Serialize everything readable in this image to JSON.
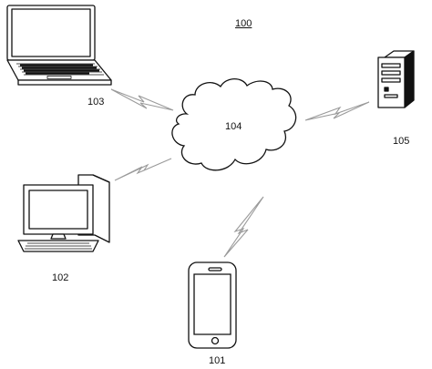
{
  "figure_number": "100",
  "nodes": {
    "laptop": {
      "label": "103",
      "icon": "laptop-icon"
    },
    "cloud": {
      "label": "104",
      "icon": "cloud-icon"
    },
    "server": {
      "label": "105",
      "icon": "server-icon"
    },
    "desktop": {
      "label": "102",
      "icon": "desktop-computer-icon"
    },
    "phone": {
      "label": "101",
      "icon": "smartphone-icon"
    }
  },
  "links": [
    {
      "from": "laptop",
      "to": "cloud",
      "style": "wireless-zigzag"
    },
    {
      "from": "server",
      "to": "cloud",
      "style": "wireless-zigzag"
    },
    {
      "from": "desktop",
      "to": "cloud",
      "style": "wireless-zigzag"
    },
    {
      "from": "phone",
      "to": "cloud",
      "style": "wireless-zigzag"
    }
  ],
  "colors": {
    "stroke": "#111111",
    "link": "#9a9a9a",
    "background": "#ffffff"
  }
}
